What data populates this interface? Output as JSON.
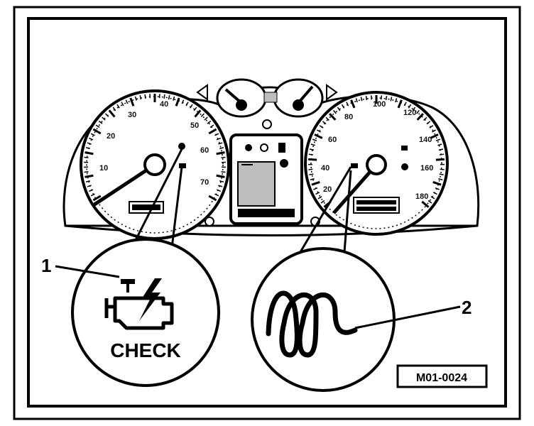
{
  "callouts": {
    "label_1": "1",
    "label_2": "2"
  },
  "warning_lamps": {
    "engine_lamp_text": "CHECK"
  },
  "tachometer": {
    "scale_labels": [
      "10",
      "20",
      "30",
      "40",
      "50",
      "60",
      "70"
    ],
    "icon_labels": [
      "",
      ""
    ]
  },
  "speedometer": {
    "scale_labels": [
      "20",
      "40",
      "60",
      "80",
      "100",
      "120",
      "140",
      "160",
      "180"
    ],
    "icon_labels": [
      "",
      ""
    ]
  },
  "figure_code": "M01-0024",
  "colors": {
    "ink": "#000000",
    "paper": "#ffffff",
    "gray": "#bdbdbd"
  }
}
